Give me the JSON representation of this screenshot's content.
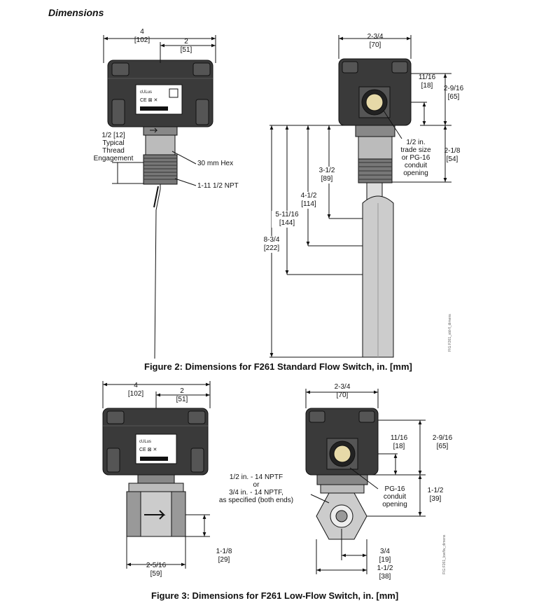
{
  "page": {
    "heading": "Dimensions"
  },
  "figure2": {
    "caption": "Figure 2: Dimensions for F261 Standard Flow Switch, in. [mm]",
    "watermark": "FIG:F261_std-fl_dimens",
    "left": {
      "width_total": {
        "in": "4",
        "mm": "[102]"
      },
      "width_half": {
        "in": "2",
        "mm": "[51]"
      },
      "thread_engagement": "1/2 [12]\nTypical\nThread\nEngagement",
      "hex": "30 mm Hex",
      "npt": "1-11 1/2 NPT"
    },
    "right": {
      "width": {
        "in": "2-3/4",
        "mm": "[70]"
      },
      "conduit_center": {
        "in": "11/16",
        "mm": "[18]"
      },
      "housing_height": {
        "in": "2-9/16",
        "mm": "[65]"
      },
      "conduit_note": "1/2 in.\ntrade size\nor PG-16\nconduit\nopening",
      "fitting_height": {
        "in": "2-1/8",
        "mm": "[54]"
      },
      "paddle_1": {
        "in": "3-1/2",
        "mm": "[89]"
      },
      "paddle_2": {
        "in": "4-1/2",
        "mm": "[114]"
      },
      "paddle_3": {
        "in": "5-11/16",
        "mm": "[144]"
      },
      "paddle_4": {
        "in": "8-3/4",
        "mm": "[222]"
      }
    }
  },
  "figure3": {
    "caption": "Figure 3: Dimensions for F261 Low-Flow Switch, in. [mm]",
    "watermark": "FIG:F261_lowflw_dimens",
    "left": {
      "width_total": {
        "in": "4",
        "mm": "[102]"
      },
      "width_half": {
        "in": "2",
        "mm": "[51]"
      },
      "pipe_height": {
        "in": "1-1/8",
        "mm": "[29]"
      },
      "body_length": {
        "in": "2-5/16",
        "mm": "[59]"
      }
    },
    "right": {
      "width": {
        "in": "2-3/4",
        "mm": "[70]"
      },
      "conduit_center": {
        "in": "11/16",
        "mm": "[18]"
      },
      "housing_height": {
        "in": "2-9/16",
        "mm": "[65]"
      },
      "thread_note": "1/2 in. - 14 NPTF\nor\n3/4 in. - 14 NPTF,\nas specified (both ends)",
      "conduit_note": "PG-16\nconduit\nopening",
      "body_height": {
        "in": "1-1/2",
        "mm": "[39]"
      },
      "port_offset": {
        "in": "3/4",
        "mm": "[19]"
      },
      "body_width": {
        "in": "1-1/2",
        "mm": "[38]"
      }
    }
  }
}
